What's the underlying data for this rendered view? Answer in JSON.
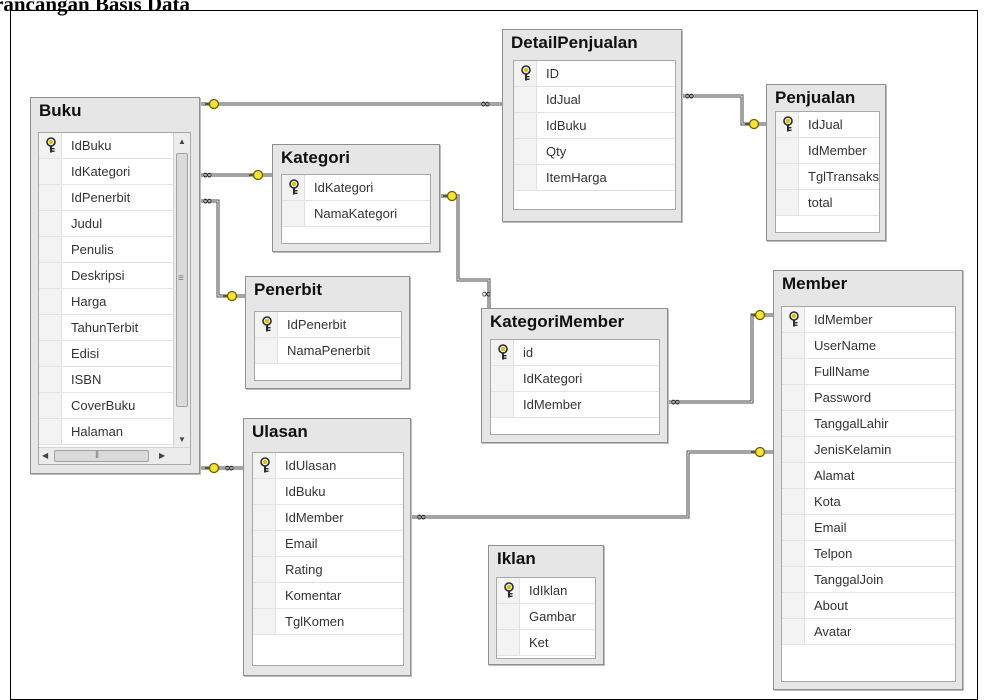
{
  "title": "rancangan Basis Data",
  "tables": [
    {
      "id": "buku",
      "name": "Buku",
      "columns": [
        {
          "name": "IdBuku",
          "pk": true
        },
        {
          "name": "IdKategori",
          "pk": false
        },
        {
          "name": "IdPenerbit",
          "pk": false
        },
        {
          "name": "Judul",
          "pk": false
        },
        {
          "name": "Penulis",
          "pk": false
        },
        {
          "name": "Deskripsi",
          "pk": false
        },
        {
          "name": "Harga",
          "pk": false
        },
        {
          "name": "TahunTerbit",
          "pk": false
        },
        {
          "name": "Edisi",
          "pk": false
        },
        {
          "name": "ISBN",
          "pk": false
        },
        {
          "name": "CoverBuku",
          "pk": false
        },
        {
          "name": "Halaman",
          "pk": false
        }
      ]
    },
    {
      "id": "detailpenjualan",
      "name": "DetailPenjualan",
      "columns": [
        {
          "name": "ID",
          "pk": true
        },
        {
          "name": "IdJual",
          "pk": false
        },
        {
          "name": "IdBuku",
          "pk": false
        },
        {
          "name": "Qty",
          "pk": false
        },
        {
          "name": "ItemHarga",
          "pk": false
        }
      ]
    },
    {
      "id": "penjualan",
      "name": "Penjualan",
      "columns": [
        {
          "name": "IdJual",
          "pk": true
        },
        {
          "name": "IdMember",
          "pk": false
        },
        {
          "name": "TglTransaksi",
          "pk": false
        },
        {
          "name": "total",
          "pk": false
        }
      ]
    },
    {
      "id": "kategori",
      "name": "Kategori",
      "columns": [
        {
          "name": "IdKategori",
          "pk": true
        },
        {
          "name": "NamaKategori",
          "pk": false
        }
      ]
    },
    {
      "id": "penerbit",
      "name": "Penerbit",
      "columns": [
        {
          "name": "IdPenerbit",
          "pk": true
        },
        {
          "name": "NamaPenerbit",
          "pk": false
        }
      ]
    },
    {
      "id": "kategorimember",
      "name": "KategoriMember",
      "columns": [
        {
          "name": "id",
          "pk": true
        },
        {
          "name": "IdKategori",
          "pk": false
        },
        {
          "name": "IdMember",
          "pk": false
        }
      ]
    },
    {
      "id": "member",
      "name": "Member",
      "columns": [
        {
          "name": "IdMember",
          "pk": true
        },
        {
          "name": "UserName",
          "pk": false
        },
        {
          "name": "FullName",
          "pk": false
        },
        {
          "name": "Password",
          "pk": false
        },
        {
          "name": "TanggalLahir",
          "pk": false
        },
        {
          "name": "JenisKelamin",
          "pk": false
        },
        {
          "name": "Alamat",
          "pk": false
        },
        {
          "name": "Kota",
          "pk": false
        },
        {
          "name": "Email",
          "pk": false
        },
        {
          "name": "Telpon",
          "pk": false
        },
        {
          "name": "TanggalJoin",
          "pk": false
        },
        {
          "name": "About",
          "pk": false
        },
        {
          "name": "Avatar",
          "pk": false
        }
      ]
    },
    {
      "id": "ulasan",
      "name": "Ulasan",
      "columns": [
        {
          "name": "IdUlasan",
          "pk": true
        },
        {
          "name": "IdBuku",
          "pk": false
        },
        {
          "name": "IdMember",
          "pk": false
        },
        {
          "name": "Email",
          "pk": false
        },
        {
          "name": "Rating",
          "pk": false
        },
        {
          "name": "Komentar",
          "pk": false
        },
        {
          "name": "TglKomen",
          "pk": false
        }
      ]
    },
    {
      "id": "iklan",
      "name": "Iklan",
      "columns": [
        {
          "name": "IdIklan",
          "pk": true
        },
        {
          "name": "Gambar",
          "pk": false
        },
        {
          "name": "Ket",
          "pk": false
        }
      ]
    }
  ],
  "relationships": [
    {
      "id": "buku-detailpenjualan",
      "one": "Buku",
      "many": "DetailPenjualan"
    },
    {
      "id": "detailpenjualan-penjualan",
      "one": "Penjualan",
      "many": "DetailPenjualan"
    },
    {
      "id": "buku-kategori",
      "one": "Kategori",
      "many": "Buku"
    },
    {
      "id": "buku-penerbit",
      "one": "Penerbit",
      "many": "Buku"
    },
    {
      "id": "kategori-kategorimember",
      "one": "Kategori",
      "many": "KategoriMember"
    },
    {
      "id": "kategorimember-member",
      "one": "Member",
      "many": "KategoriMember"
    },
    {
      "id": "buku-ulasan",
      "one": "Buku",
      "many": "Ulasan"
    },
    {
      "id": "ulasan-member",
      "one": "Member",
      "many": "Ulasan"
    }
  ],
  "colors": {
    "key_icon": "#d9c10a",
    "line": "#4a4a4a",
    "table_bg": "#e6e6e6"
  }
}
